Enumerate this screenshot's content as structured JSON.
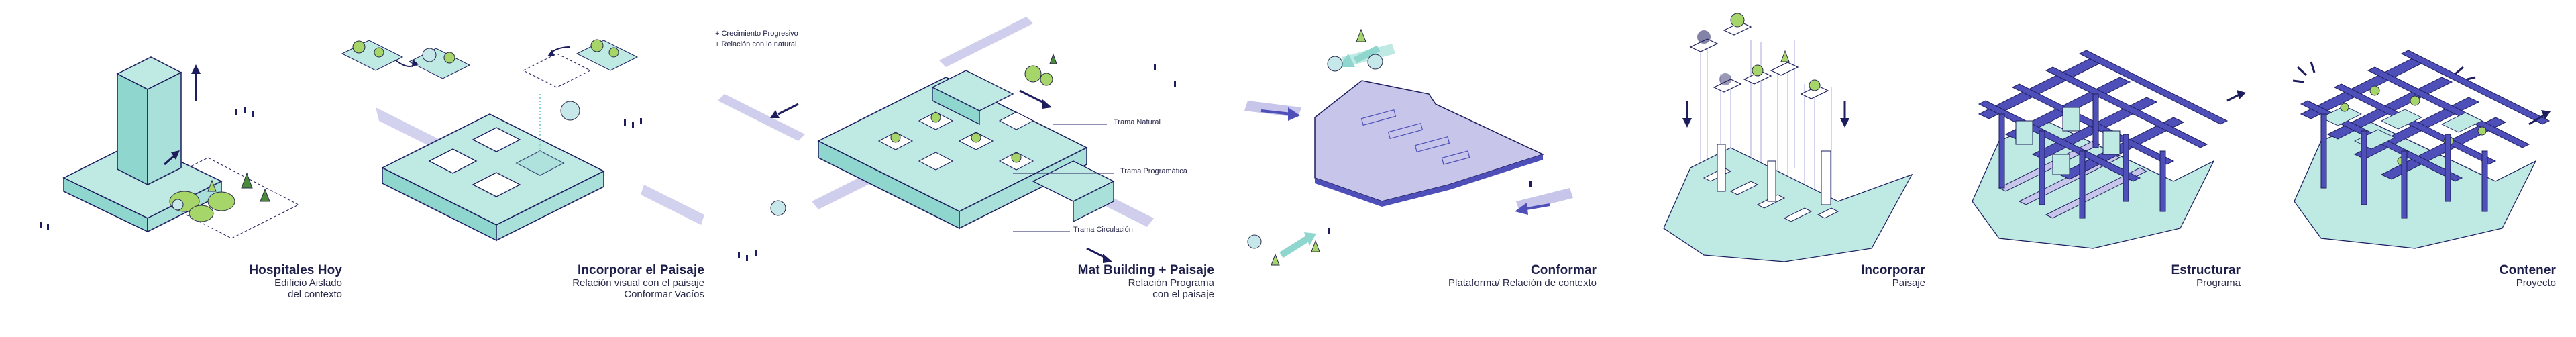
{
  "colors": {
    "navy": "#1d1d5e",
    "indigo": "#4e4fb8",
    "lavender": "#c7c6ea",
    "mint": "#bfe9e3",
    "teal": "#8fd6cf",
    "green": "#a6d66a",
    "dark_green": "#4a8a3a",
    "white": "#ffffff"
  },
  "panels": [
    {
      "title": "Hospitales Hoy",
      "subtitle": [
        "Edificio Aislado",
        "del contexto"
      ]
    },
    {
      "title": "Incorporar el Paisaje",
      "subtitle": [
        "Relación visual con el paisaje",
        "Conformar Vacíos"
      ]
    },
    {
      "title": "Mat Building + Paisaje",
      "subtitle": [
        "Relación Programa",
        "con el paisaje"
      ]
    },
    {
      "title": "Conformar",
      "subtitle": [
        "Plataforma/ Relación de contexto"
      ]
    },
    {
      "title": "Incorporar",
      "subtitle": [
        "Paisaje"
      ]
    },
    {
      "title": "Estructurar",
      "subtitle": [
        "Programa"
      ]
    },
    {
      "title": "Contener",
      "subtitle": [
        "Proyecto"
      ]
    }
  ],
  "mat_notes": [
    "+ Crecimiento Progresivo",
    "+ Relación con lo natural"
  ],
  "mat_labels": [
    "Trama Natural",
    "Trama Programática",
    "Trama Circulación"
  ],
  "icons": [
    "tree-icon",
    "person-icon",
    "arrow-icon",
    "sun-icon"
  ]
}
